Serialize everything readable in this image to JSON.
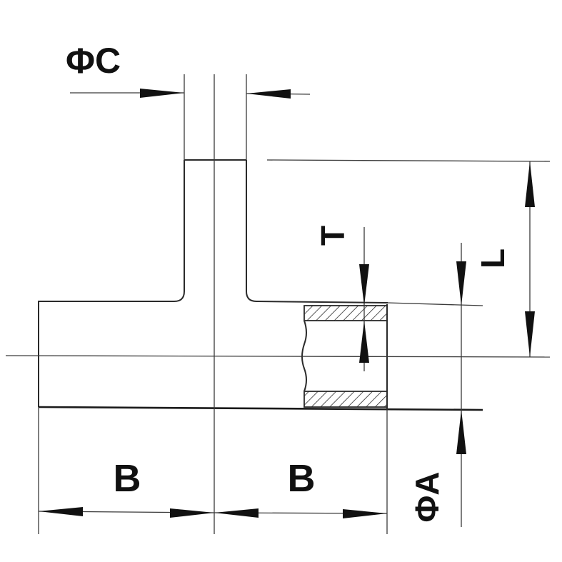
{
  "labels": {
    "phi_c": "ΦC",
    "t": "T",
    "l": "L",
    "b_left": "B",
    "b_right": "B",
    "phi_a": "ΦA"
  },
  "colors": {
    "line": "#2a2a2a",
    "text": "#111111",
    "background": "#ffffff"
  }
}
